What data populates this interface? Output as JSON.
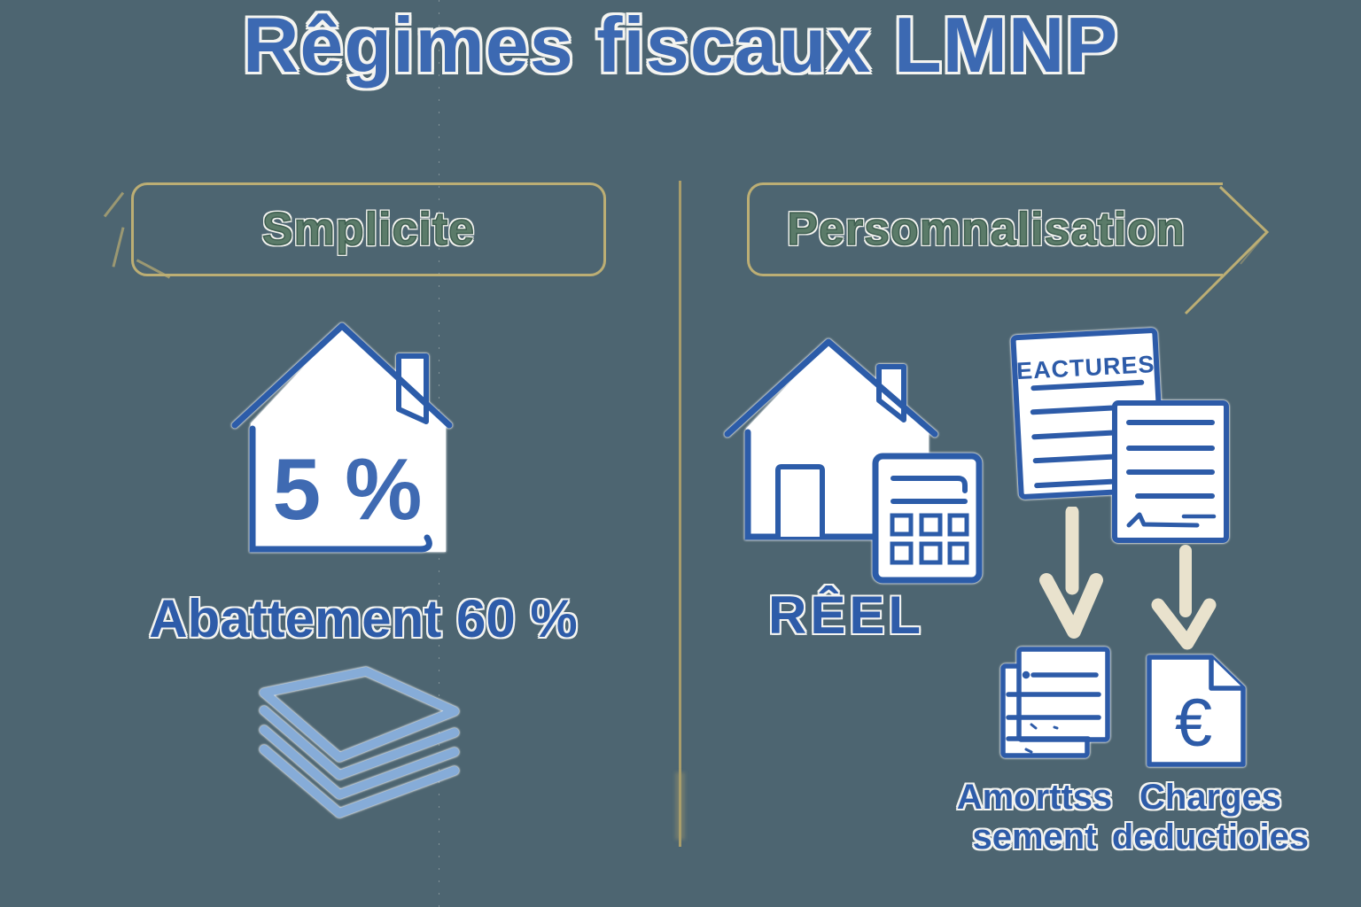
{
  "title": "Rêgimes fiscaux LMNP",
  "left": {
    "banner": "Smplicite",
    "house_value": "5 %",
    "caption": "Abattement 60 %"
  },
  "right": {
    "banner": "Persomnalisation",
    "invoice_title": "EACTURES",
    "caption": "RÊEL",
    "euro": "€",
    "labels": {
      "amortissement_l1": "Amorttss",
      "amortissement_l2": "sement",
      "charges_l1": "Charges",
      "charges_l2": "deductioies"
    }
  },
  "icons": {
    "left_house": "house-icon",
    "layers": "layers-stack-icon",
    "right_house": "house-calculator-icon",
    "invoices": "invoice-documents-icon",
    "arrows": "down-arrow-icon",
    "doc_stack": "document-stack-icon",
    "euro_doc": "euro-document-icon"
  },
  "colors": {
    "background": "#4d6571",
    "title_blue": "#3c69b2",
    "deep_blue": "#2d5ba8",
    "light_blue": "#86acd8",
    "tan_border": "#bcae74",
    "green_banner_text": "#5b7b69",
    "cream_arrow": "#e9e2cd",
    "white_fill": "#ffffff"
  }
}
